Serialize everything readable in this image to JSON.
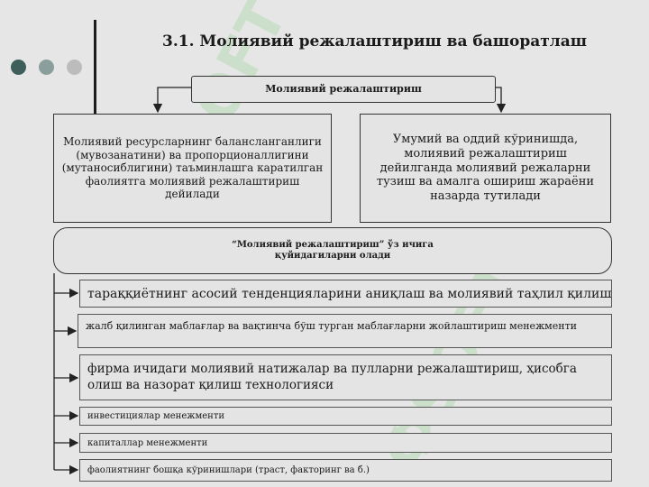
{
  "title": "3.1. Молиявий режалаштириш ва башоратлаш",
  "top_node": "Молиявий режалаштириш",
  "definition_left": "Молиявий ресурсларнинг балансланганлиги (мувозанатини) ва пропорционаллигини (мутаносиблигини) таъминлашга каратилган фаолиятга молиявий режалаштириш дейилади",
  "definition_right": "Умумий ва оддий кўринишда, молиявий режалаштириш дейилганда молиявий режаларни тузиш ва амалга ошириш жараёни назарда тутилади",
  "scope_header": "“Молиявий режалаштириш” ўз ичига қуйидагиларни олади",
  "items": [
    "тараққиётнинг асосий тенденцияларини аниқлаш ва молиявий таҳлил қилиш",
    "жалб қилинган маблағлар ва вақтинча бўш турган маблағларни жойлаштириш менежменти",
    "фирма ичидаги молиявий натижалар ва пулларни режалаштириш, ҳисобга олиш ва назорат қилиш технологияси",
    "инвестициялар менежменти",
    "капиталлар менежменти",
    "фаолиятнинг бошқа кўринишлари (траст, факторинг ва б.)"
  ],
  "colors": {
    "background": "#e6e6e6",
    "dot_dark": "#3f5f5b",
    "dot_mid": "#8a9f9b",
    "dot_light": "#bcbcbc",
    "watermark": "#58c258"
  }
}
